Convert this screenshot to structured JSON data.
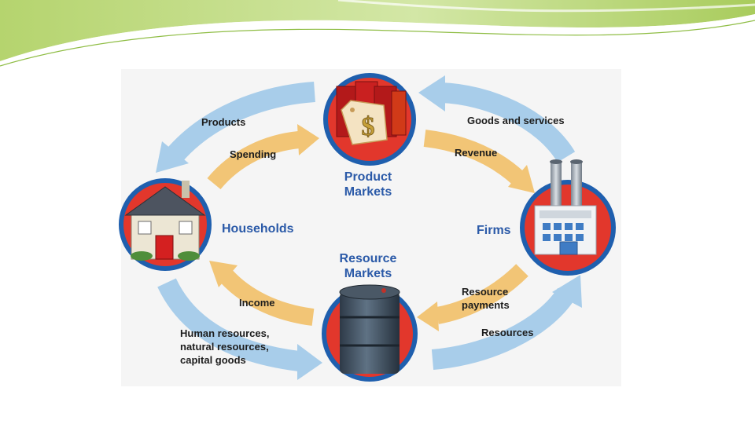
{
  "nodes": {
    "product_markets": {
      "line1": "Product",
      "line2": "Markets"
    },
    "resource_markets": {
      "line1": "Resource",
      "line2": "Markets"
    },
    "households": {
      "label": "Households"
    },
    "firms": {
      "label": "Firms"
    }
  },
  "flows": {
    "products": "Products",
    "spending": "Spending",
    "goods_and_services": "Goods and services",
    "revenue": "Revenue",
    "income": "Income",
    "resource_payments_1": "Resource",
    "resource_payments_2": "payments",
    "resources": "Resources",
    "human_resources_1": "Human resources,",
    "human_resources_2": "natural resources,",
    "human_resources_3": "capital goods"
  },
  "icons": {
    "price_tag_symbol": "$"
  },
  "colors": {
    "money_flow": "#f2c576",
    "real_flow": "#a8cdea",
    "node_ring": "#1f5fae",
    "node_fill": "#e2372c",
    "title_text": "#2b5aa8",
    "header_green": "#b9d777"
  }
}
